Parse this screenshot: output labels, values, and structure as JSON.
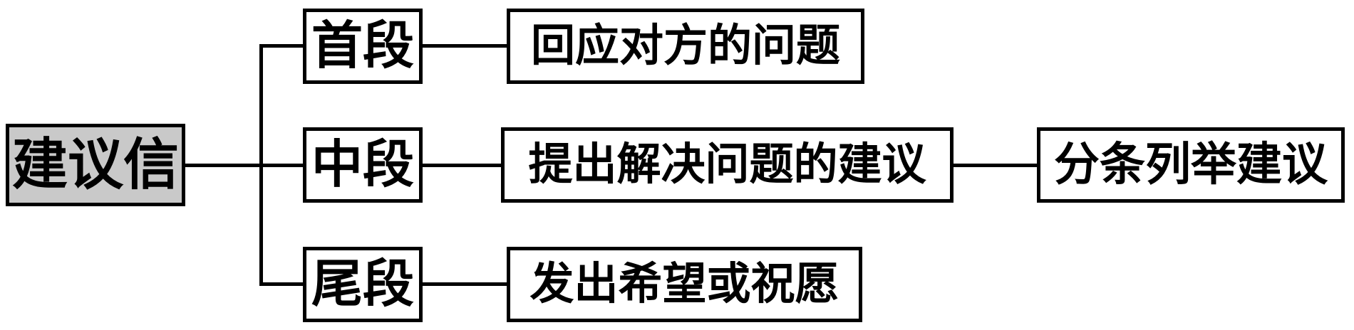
{
  "diagram": {
    "title_hint": "structure of a suggestion letter",
    "root": {
      "label": "建议信"
    },
    "branches": [
      {
        "stage": "首段",
        "content": "回应对方的问题"
      },
      {
        "stage": "中段",
        "content": "提出解决问题的建议",
        "extra": "分条列举建议"
      },
      {
        "stage": "尾段",
        "content": "发出希望或祝愿"
      }
    ],
    "colors": {
      "root_fill": "#c9c9c9",
      "box_fill": "#ffffff",
      "border": "#000000",
      "line": "#000000",
      "background": "#ffffff"
    }
  }
}
